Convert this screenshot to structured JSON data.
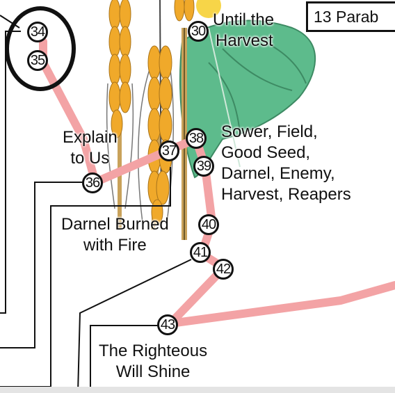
{
  "header": {
    "title": "13 Parab"
  },
  "nodes": [
    "34",
    "35",
    "30",
    "38",
    "37",
    "39",
    "36",
    "40",
    "41",
    "42",
    "43"
  ],
  "labels": {
    "until_the_harvest": [
      "Until the",
      "Harvest"
    ],
    "explain_to_us": [
      "Explain",
      "to Us"
    ],
    "sower_field": [
      "Sower, Field,",
      "Good Seed,",
      "Darnel, Enemy,",
      "Harvest, Reapers"
    ],
    "darnel_burned": [
      "Darnel Burned",
      "with Fire"
    ],
    "righteous_shine": [
      "The Righteous",
      "Will Shine"
    ]
  },
  "colors": {
    "route": "#f3a3a5",
    "line": "#111111",
    "wheat": "#f0a92a",
    "leaf": "#5dbb8c",
    "flower": "#f7d548"
  },
  "icons": [
    "wheat-stalks-illustration"
  ]
}
